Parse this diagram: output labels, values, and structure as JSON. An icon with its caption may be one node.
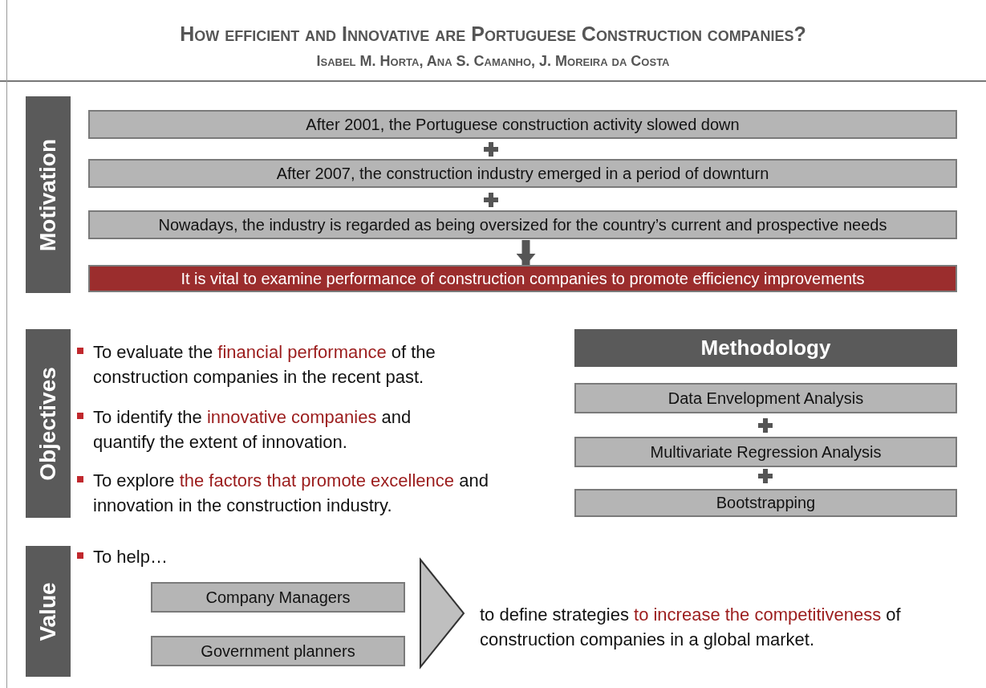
{
  "diagram": {
    "title": "How efficient and Innovative are Portuguese Construction companies?",
    "nodes": [
      {
        "text": [
          "Motivation"
        ]
      },
      {
        "text": [
          "After 2001, the Portuguese construction activity slowed down"
        ]
      },
      {
        "text": [
          "After 2007,  the construction industry emerged in a period of downturn"
        ]
      },
      {
        "text": [
          "Nowadays, the industry is regarded as being oversized for the country’s current and prospective needs"
        ]
      },
      {
        "text": [
          "It is vital to examine performance  of construction companies  to promote efficiency improvements"
        ]
      },
      {
        "text": [
          "Objectives"
        ]
      },
      {
        "text": [
          "Methodology"
        ]
      },
      {
        "text": [
          "Data Envelopment Analysis"
        ]
      },
      {
        "text": [
          "Multivariate Regression Analysis"
        ]
      },
      {
        "text": [
          "Bootstrapping"
        ]
      },
      {
        "text": [
          "Value"
        ]
      },
      {
        "text": [
          "Company Managers"
        ]
      },
      {
        "text": [
          "Government planners"
        ]
      },
      {
        "text": [
          "to define strategies *to increase the competitiveness* of construction companies in a global market."
        ]
      }
    ],
    "edges": [
      {
        "from": 3,
        "to": 4,
        "arrow": "to"
      },
      {
        "from": 11,
        "to": 13,
        "arrow": "to"
      },
      {
        "from": 12,
        "to": 13,
        "arrow": "to"
      }
    ],
    "labels": [
      "Isabel M. Horta, Ana S. Camanho, J. Moreira da Costa",
      "To evaluate the *financial performance* of the construction companies in the  recent past.",
      "To identify the *innovative companies* and quantify the extent of innovation.",
      "To explore *the factors that promote excellence* and innovation in the construction industry.",
      "To help…"
    ]
  }
}
